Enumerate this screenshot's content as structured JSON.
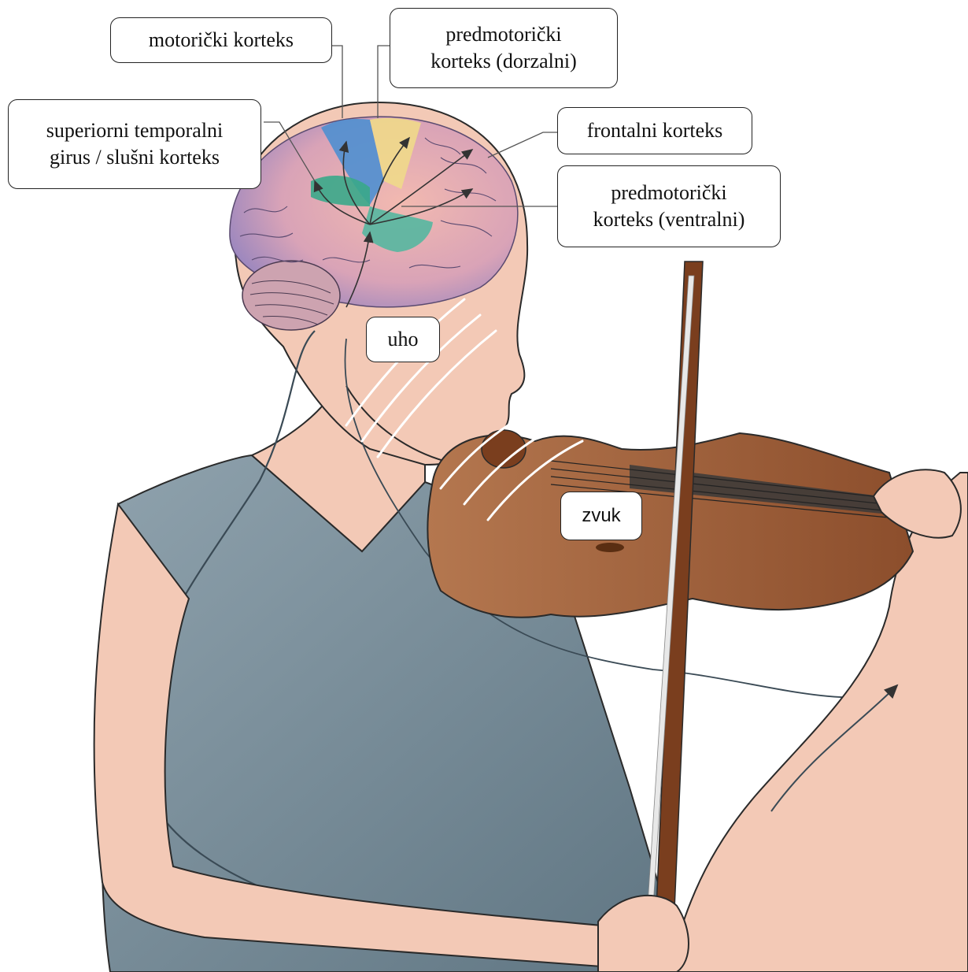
{
  "labels": {
    "motor_cortex": "motorički korteks",
    "premotor_dorsal": "predmotorički\nkorteks (dorzalni)",
    "superior_temporal": "superiorni temporalni\ngirus / slušni korteks",
    "frontal_cortex": "frontalni korteks",
    "premotor_ventral": "predmotorički\nkorteks (ventralni)",
    "ear": "uho",
    "sound": "zvuk"
  },
  "colors": {
    "skin": "#f3c9b6",
    "skin_shadow": "#e6aa94",
    "shirt": "#6f8592",
    "shirt_light": "#8fa2ad",
    "violin": "#9a5a34",
    "violin_light": "#b87a52",
    "bow": "#7a3e1e",
    "motor_area": "#4f8fd0",
    "premotor_dorsal_area": "#f0d98a",
    "auditory_area": "#3aa98a",
    "ventral_area": "#55b7a0",
    "brain_pink": "#e7a8a8",
    "brain_purple": "#9b8ac4",
    "outline": "#222222"
  }
}
